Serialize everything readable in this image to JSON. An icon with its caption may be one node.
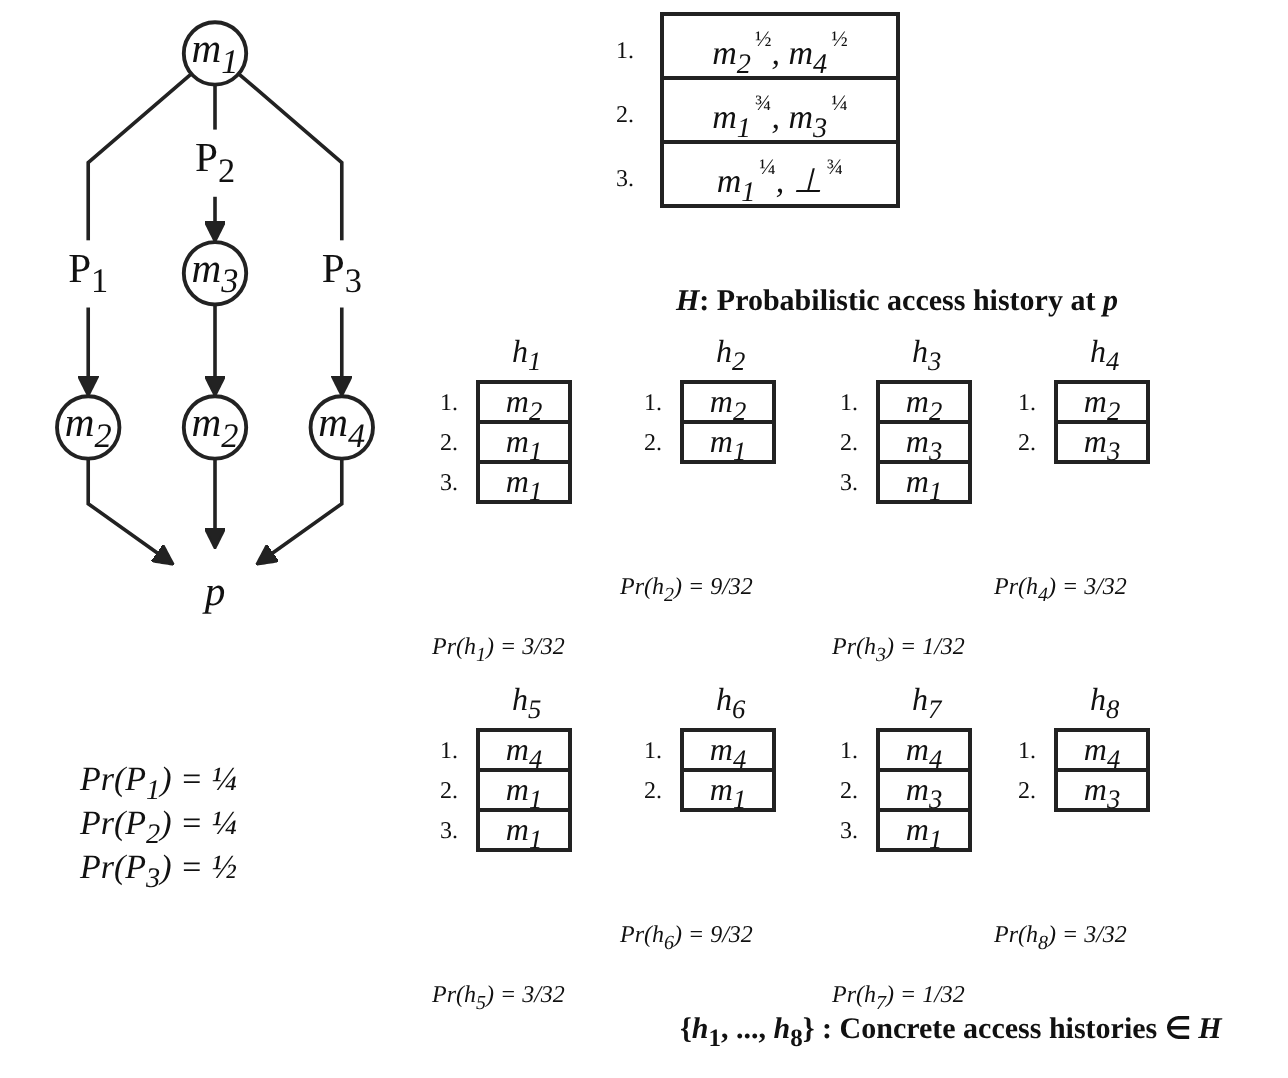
{
  "diagram": {
    "caption": "{*h*$_{1}$, ..., *h*$_{8}$} : Concrete access histories ∈ *H*",
    "nodes": [
      {
        "text": [
          "m$_{1}$"
        ]
      },
      {
        "text": [
          "m$_{2}$"
        ]
      },
      {
        "text": [
          "m$_{3}$"
        ]
      },
      {
        "text": [
          "m$_{4}$"
        ]
      },
      {
        "text": [
          "m$_{2}$"
        ]
      },
      {
        "text": [
          "p"
        ]
      }
    ],
    "edges": [
      {
        "from": 0,
        "to": 1,
        "arrow": "to",
        "label": "P$_{1}$"
      },
      {
        "from": 0,
        "to": 2,
        "arrow": "to",
        "label": "P$_{2}$"
      },
      {
        "from": 0,
        "to": 3,
        "arrow": "to",
        "label": "P$_{3}$"
      },
      {
        "from": 2,
        "to": 4,
        "arrow": "to"
      },
      {
        "from": 1,
        "to": 5,
        "arrow": "to"
      },
      {
        "from": 4,
        "to": 5,
        "arrow": "to"
      },
      {
        "from": 3,
        "to": 5,
        "arrow": "to"
      }
    ],
    "labels": [
      "1.",
      "m$_{2}$$^{½}$, m$_{4}$$^{½}$",
      "2.",
      "m$_{1}$$^{¾}$, m$_{3}$$^{¼}$",
      "3.",
      "m$_{1}$$^{¼}$, ⊥$^{¾}$",
      "*H*: Probabilistic access history at *p*",
      "h$_{1}$",
      "1.",
      "m$_{2}$",
      "2.",
      "m$_{1}$",
      "3.",
      "m$_{1}$",
      "Pr(h$_{1}$) = 3/32",
      "h$_{2}$",
      "1.",
      "m$_{2}$",
      "2.",
      "m$_{1}$",
      "Pr(h$_{2}$) = 9/32",
      "h$_{3}$",
      "1.",
      "m$_{2}$",
      "2.",
      "m$_{3}$",
      "3.",
      "m$_{1}$",
      "Pr(h$_{3}$) = 1/32",
      "h$_{4}$",
      "1.",
      "m$_{2}$",
      "2.",
      "m$_{3}$",
      "Pr(h$_{4}$) = 3/32",
      "h$_{5}$",
      "1.",
      "m$_{4}$",
      "2.",
      "m$_{1}$",
      "3.",
      "m$_{1}$",
      "Pr(h$_{5}$) = 3/32",
      "h$_{6}$",
      "1.",
      "m$_{4}$",
      "2.",
      "m$_{1}$",
      "Pr(h$_{6}$) = 9/32",
      "h$_{7}$",
      "1.",
      "m$_{4}$",
      "2.",
      "m$_{3}$",
      "3.",
      "m$_{1}$",
      "Pr(h$_{7}$) = 1/32",
      "h$_{8}$",
      "1.",
      "m$_{4}$",
      "2.",
      "m$_{3}$",
      "Pr(h$_{8}$) = 3/32",
      "Pr(P$_{1}$) = ¼",
      "Pr(P$_{2}$) = ¼",
      "Pr(P$_{3}$) = ½"
    ]
  }
}
